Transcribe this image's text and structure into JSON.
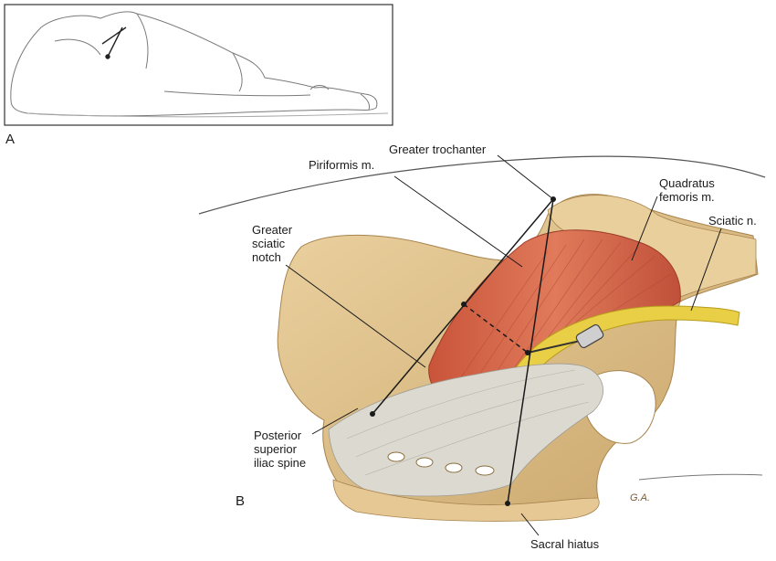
{
  "panels": {
    "a": {
      "letter": "A"
    },
    "b": {
      "letter": "B"
    }
  },
  "labels": {
    "greater_trochanter": "Greater trochanter",
    "piriformis": "Piriformis m.",
    "quadratus_line1": "Quadratus",
    "quadratus_line2": "femoris m.",
    "sciatic_nerve": "Sciatic n.",
    "greater_sciatic_line1": "Greater",
    "greater_sciatic_line2": "sciatic",
    "greater_sciatic_line3": "notch",
    "psis_line1": "Posterior",
    "psis_line2": "superior",
    "psis_line3": "iliac spine",
    "sacral_hiatus": "Sacral hiatus"
  },
  "signature": "G.A.",
  "colors": {
    "bone": "#e2c48e",
    "bone_shadow": "#c9a56a",
    "muscle": "#d9694a",
    "muscle_dark": "#b94a32",
    "nerve": "#e8cf45",
    "ligament": "#d8d6cc",
    "line": "#1a1a1a"
  }
}
